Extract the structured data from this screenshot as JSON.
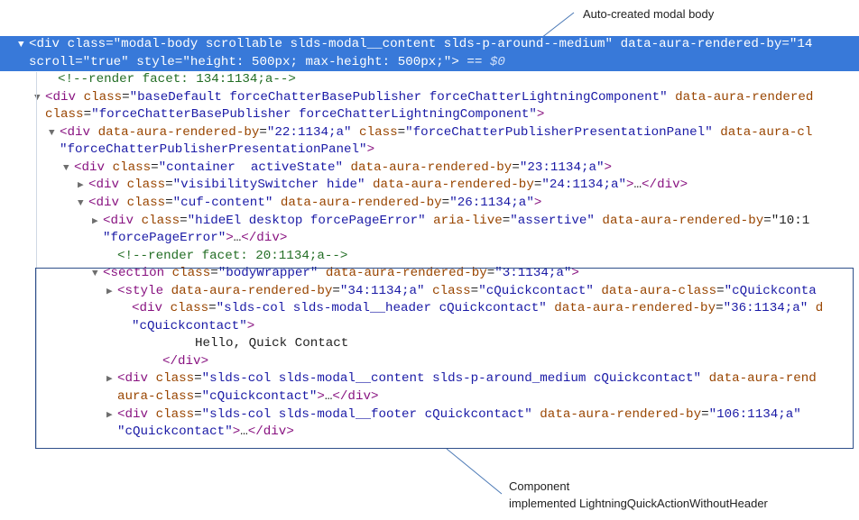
{
  "annotations": {
    "top": "Auto-created modal body",
    "bottom_line1": "Component",
    "bottom_line2": "implemented LightningQuickActionWithoutHeader"
  },
  "colors": {
    "selection": "#3879d9",
    "tag": "#881280",
    "attr_name": "#994500",
    "attr_value": "#1a1aa6",
    "comment": "#236e25",
    "box_border": "#2f4f8a"
  },
  "dom_lines": [
    {
      "id": "l1",
      "indent": 32,
      "tri": "▼",
      "selected": true,
      "tokens": [
        {
          "c": "tg",
          "t": "<div"
        },
        {
          "c": "an",
          "t": " class"
        },
        {
          "c": "tx",
          "t": "="
        },
        {
          "c": "av",
          "t": "\"modal-body scrollable slds-modal__content slds-p-around--medium\""
        },
        {
          "c": "an",
          "t": " data-aura-rendered-by"
        },
        {
          "c": "tx",
          "t": "=\"14"
        }
      ]
    },
    {
      "id": "l2",
      "indent": 32,
      "tri": "",
      "selected": true,
      "tokens": [
        {
          "c": "an",
          "t": "scroll"
        },
        {
          "c": "tx",
          "t": "="
        },
        {
          "c": "av",
          "t": "\"true\""
        },
        {
          "c": "an",
          "t": " style"
        },
        {
          "c": "tx",
          "t": "="
        },
        {
          "c": "av",
          "t": "\"height: 500px; max-height: 500px;\""
        },
        {
          "c": "tg",
          "t": ">"
        },
        {
          "c": "tx",
          "t": " == "
        },
        {
          "c": "dollar",
          "t": "$0"
        }
      ]
    },
    {
      "id": "l3",
      "indent": 64,
      "tri": "",
      "tokens": [
        {
          "c": "cm",
          "t": "<!--render facet: 134:1134;a-->"
        }
      ]
    },
    {
      "id": "l4",
      "indent": 50,
      "tri": "▼",
      "tokens": [
        {
          "c": "tg",
          "t": "<div"
        },
        {
          "c": "an",
          "t": " class"
        },
        {
          "c": "tx",
          "t": "="
        },
        {
          "c": "av",
          "t": "\"baseDefault forceChatterBasePublisher forceChatterLightningComponent\""
        },
        {
          "c": "an",
          "t": " data-aura-rendered"
        }
      ]
    },
    {
      "id": "l5",
      "indent": 50,
      "tri": "",
      "tokens": [
        {
          "c": "an",
          "t": "class"
        },
        {
          "c": "tx",
          "t": "="
        },
        {
          "c": "av",
          "t": "\"forceChatterBasePublisher forceChatterLightningComponent\""
        },
        {
          "c": "tg",
          "t": ">"
        }
      ]
    },
    {
      "id": "l6",
      "indent": 66,
      "tri": "▼",
      "tokens": [
        {
          "c": "tg",
          "t": "<div"
        },
        {
          "c": "an",
          "t": " data-aura-rendered-by"
        },
        {
          "c": "tx",
          "t": "="
        },
        {
          "c": "av",
          "t": "\"22:1134;a\""
        },
        {
          "c": "an",
          "t": " class"
        },
        {
          "c": "tx",
          "t": "="
        },
        {
          "c": "av",
          "t": "\"forceChatterPublisherPresentationPanel\""
        },
        {
          "c": "an",
          "t": " data-aura-cl"
        }
      ]
    },
    {
      "id": "l7",
      "indent": 66,
      "tri": "",
      "tokens": [
        {
          "c": "av",
          "t": "\"forceChatterPublisherPresentationPanel\""
        },
        {
          "c": "tg",
          "t": ">"
        }
      ]
    },
    {
      "id": "l8",
      "indent": 82,
      "tri": "▼",
      "tokens": [
        {
          "c": "tg",
          "t": "<div"
        },
        {
          "c": "an",
          "t": " class"
        },
        {
          "c": "tx",
          "t": "="
        },
        {
          "c": "av",
          "t": "\"container  activeState\""
        },
        {
          "c": "an",
          "t": " data-aura-rendered-by"
        },
        {
          "c": "tx",
          "t": "="
        },
        {
          "c": "av",
          "t": "\"23:1134;a\""
        },
        {
          "c": "tg",
          "t": ">"
        }
      ]
    },
    {
      "id": "l9",
      "indent": 98,
      "tri": "▶",
      "tokens": [
        {
          "c": "tg",
          "t": "<div"
        },
        {
          "c": "an",
          "t": " class"
        },
        {
          "c": "tx",
          "t": "="
        },
        {
          "c": "av",
          "t": "\"visibilitySwitcher hide\""
        },
        {
          "c": "an",
          "t": " data-aura-rendered-by"
        },
        {
          "c": "tx",
          "t": "="
        },
        {
          "c": "av",
          "t": "\"24:1134;a\""
        },
        {
          "c": "tg",
          "t": ">"
        },
        {
          "c": "tx",
          "t": "…"
        },
        {
          "c": "tg",
          "t": "</div>"
        }
      ]
    },
    {
      "id": "l10",
      "indent": 98,
      "tri": "▼",
      "tokens": [
        {
          "c": "tg",
          "t": "<div"
        },
        {
          "c": "an",
          "t": " class"
        },
        {
          "c": "tx",
          "t": "="
        },
        {
          "c": "av",
          "t": "\"cuf-content\""
        },
        {
          "c": "an",
          "t": " data-aura-rendered-by"
        },
        {
          "c": "tx",
          "t": "="
        },
        {
          "c": "av",
          "t": "\"26:1134;a\""
        },
        {
          "c": "tg",
          "t": ">"
        }
      ]
    },
    {
      "id": "l11",
      "indent": 114,
      "tri": "▶",
      "tokens": [
        {
          "c": "tg",
          "t": "<div"
        },
        {
          "c": "an",
          "t": " class"
        },
        {
          "c": "tx",
          "t": "="
        },
        {
          "c": "av",
          "t": "\"hideEl desktop forcePageError\""
        },
        {
          "c": "an",
          "t": " aria-live"
        },
        {
          "c": "tx",
          "t": "="
        },
        {
          "c": "av",
          "t": "\"assertive\""
        },
        {
          "c": "an",
          "t": " data-aura-rendered-by"
        },
        {
          "c": "tx",
          "t": "=\"10:1"
        }
      ]
    },
    {
      "id": "l12",
      "indent": 114,
      "tri": "",
      "tokens": [
        {
          "c": "av",
          "t": "\"forcePageError\""
        },
        {
          "c": "tg",
          "t": ">"
        },
        {
          "c": "tx",
          "t": "…"
        },
        {
          "c": "tg",
          "t": "</div>"
        }
      ]
    },
    {
      "id": "l13",
      "indent": 130,
      "tri": "",
      "tokens": [
        {
          "c": "cm",
          "t": "<!--render facet: 20:1134;a-->"
        }
      ]
    },
    {
      "id": "l14",
      "indent": 114,
      "tri": "▼",
      "tokens": [
        {
          "c": "tg",
          "t": "<section"
        },
        {
          "c": "an",
          "t": " class"
        },
        {
          "c": "tx",
          "t": "="
        },
        {
          "c": "av",
          "t": "\"bodyWrapper\""
        },
        {
          "c": "an",
          "t": " data-aura-rendered-by"
        },
        {
          "c": "tx",
          "t": "="
        },
        {
          "c": "av",
          "t": "\"3:1134;a\""
        },
        {
          "c": "tg",
          "t": ">"
        }
      ]
    },
    {
      "id": "l15",
      "indent": 130,
      "tri": "▶",
      "tokens": [
        {
          "c": "tg",
          "t": "<style"
        },
        {
          "c": "an",
          "t": " data-aura-rendered-by"
        },
        {
          "c": "tx",
          "t": "="
        },
        {
          "c": "av",
          "t": "\"34:1134;a\""
        },
        {
          "c": "an",
          "t": " class"
        },
        {
          "c": "tx",
          "t": "="
        },
        {
          "c": "av",
          "t": "\"cQuickcontact\""
        },
        {
          "c": "an",
          "t": " data-aura-class"
        },
        {
          "c": "tx",
          "t": "="
        },
        {
          "c": "av",
          "t": "\"cQuickconta"
        }
      ]
    },
    {
      "id": "l16",
      "indent": 146,
      "tri": "",
      "tokens": [
        {
          "c": "tg",
          "t": "<div"
        },
        {
          "c": "an",
          "t": " class"
        },
        {
          "c": "tx",
          "t": "="
        },
        {
          "c": "av",
          "t": "\"slds-col slds-modal__header cQuickcontact\""
        },
        {
          "c": "an",
          "t": " data-aura-rendered-by"
        },
        {
          "c": "tx",
          "t": "="
        },
        {
          "c": "av",
          "t": "\"36:1134;a\""
        },
        {
          "c": "an",
          "t": " d"
        }
      ]
    },
    {
      "id": "l17",
      "indent": 146,
      "tri": "",
      "tokens": [
        {
          "c": "av",
          "t": "\"cQuickcontact\""
        },
        {
          "c": "tg",
          "t": ">"
        }
      ]
    },
    {
      "id": "l18",
      "indent": 216,
      "tri": "",
      "tokens": [
        {
          "c": "tx",
          "t": "Hello, Quick Contact"
        }
      ]
    },
    {
      "id": "l19",
      "indent": 180,
      "tri": "",
      "tokens": [
        {
          "c": "tg",
          "t": "</div>"
        }
      ]
    },
    {
      "id": "l20",
      "indent": 130,
      "tri": "▶",
      "tokens": [
        {
          "c": "tg",
          "t": "<div"
        },
        {
          "c": "an",
          "t": " class"
        },
        {
          "c": "tx",
          "t": "="
        },
        {
          "c": "av",
          "t": "\"slds-col slds-modal__content slds-p-around_medium cQuickcontact\""
        },
        {
          "c": "an",
          "t": " data-aura-rend"
        }
      ]
    },
    {
      "id": "l21",
      "indent": 130,
      "tri": "",
      "tokens": [
        {
          "c": "an",
          "t": "aura-class"
        },
        {
          "c": "tx",
          "t": "="
        },
        {
          "c": "av",
          "t": "\"cQuickcontact\""
        },
        {
          "c": "tg",
          "t": ">"
        },
        {
          "c": "tx",
          "t": "…"
        },
        {
          "c": "tg",
          "t": "</div>"
        }
      ]
    },
    {
      "id": "l22",
      "indent": 130,
      "tri": "▶",
      "tokens": [
        {
          "c": "tg",
          "t": "<div"
        },
        {
          "c": "an",
          "t": " class"
        },
        {
          "c": "tx",
          "t": "="
        },
        {
          "c": "av",
          "t": "\"slds-col slds-modal__footer cQuickcontact\""
        },
        {
          "c": "an",
          "t": " data-aura-rendered-by"
        },
        {
          "c": "tx",
          "t": "="
        },
        {
          "c": "av",
          "t": "\"106:1134;a\""
        }
      ]
    },
    {
      "id": "l23",
      "indent": 130,
      "tri": "",
      "tokens": [
        {
          "c": "av",
          "t": "\"cQuickcontact\""
        },
        {
          "c": "tg",
          "t": ">"
        },
        {
          "c": "tx",
          "t": "…"
        },
        {
          "c": "tg",
          "t": "</div>"
        }
      ]
    }
  ]
}
